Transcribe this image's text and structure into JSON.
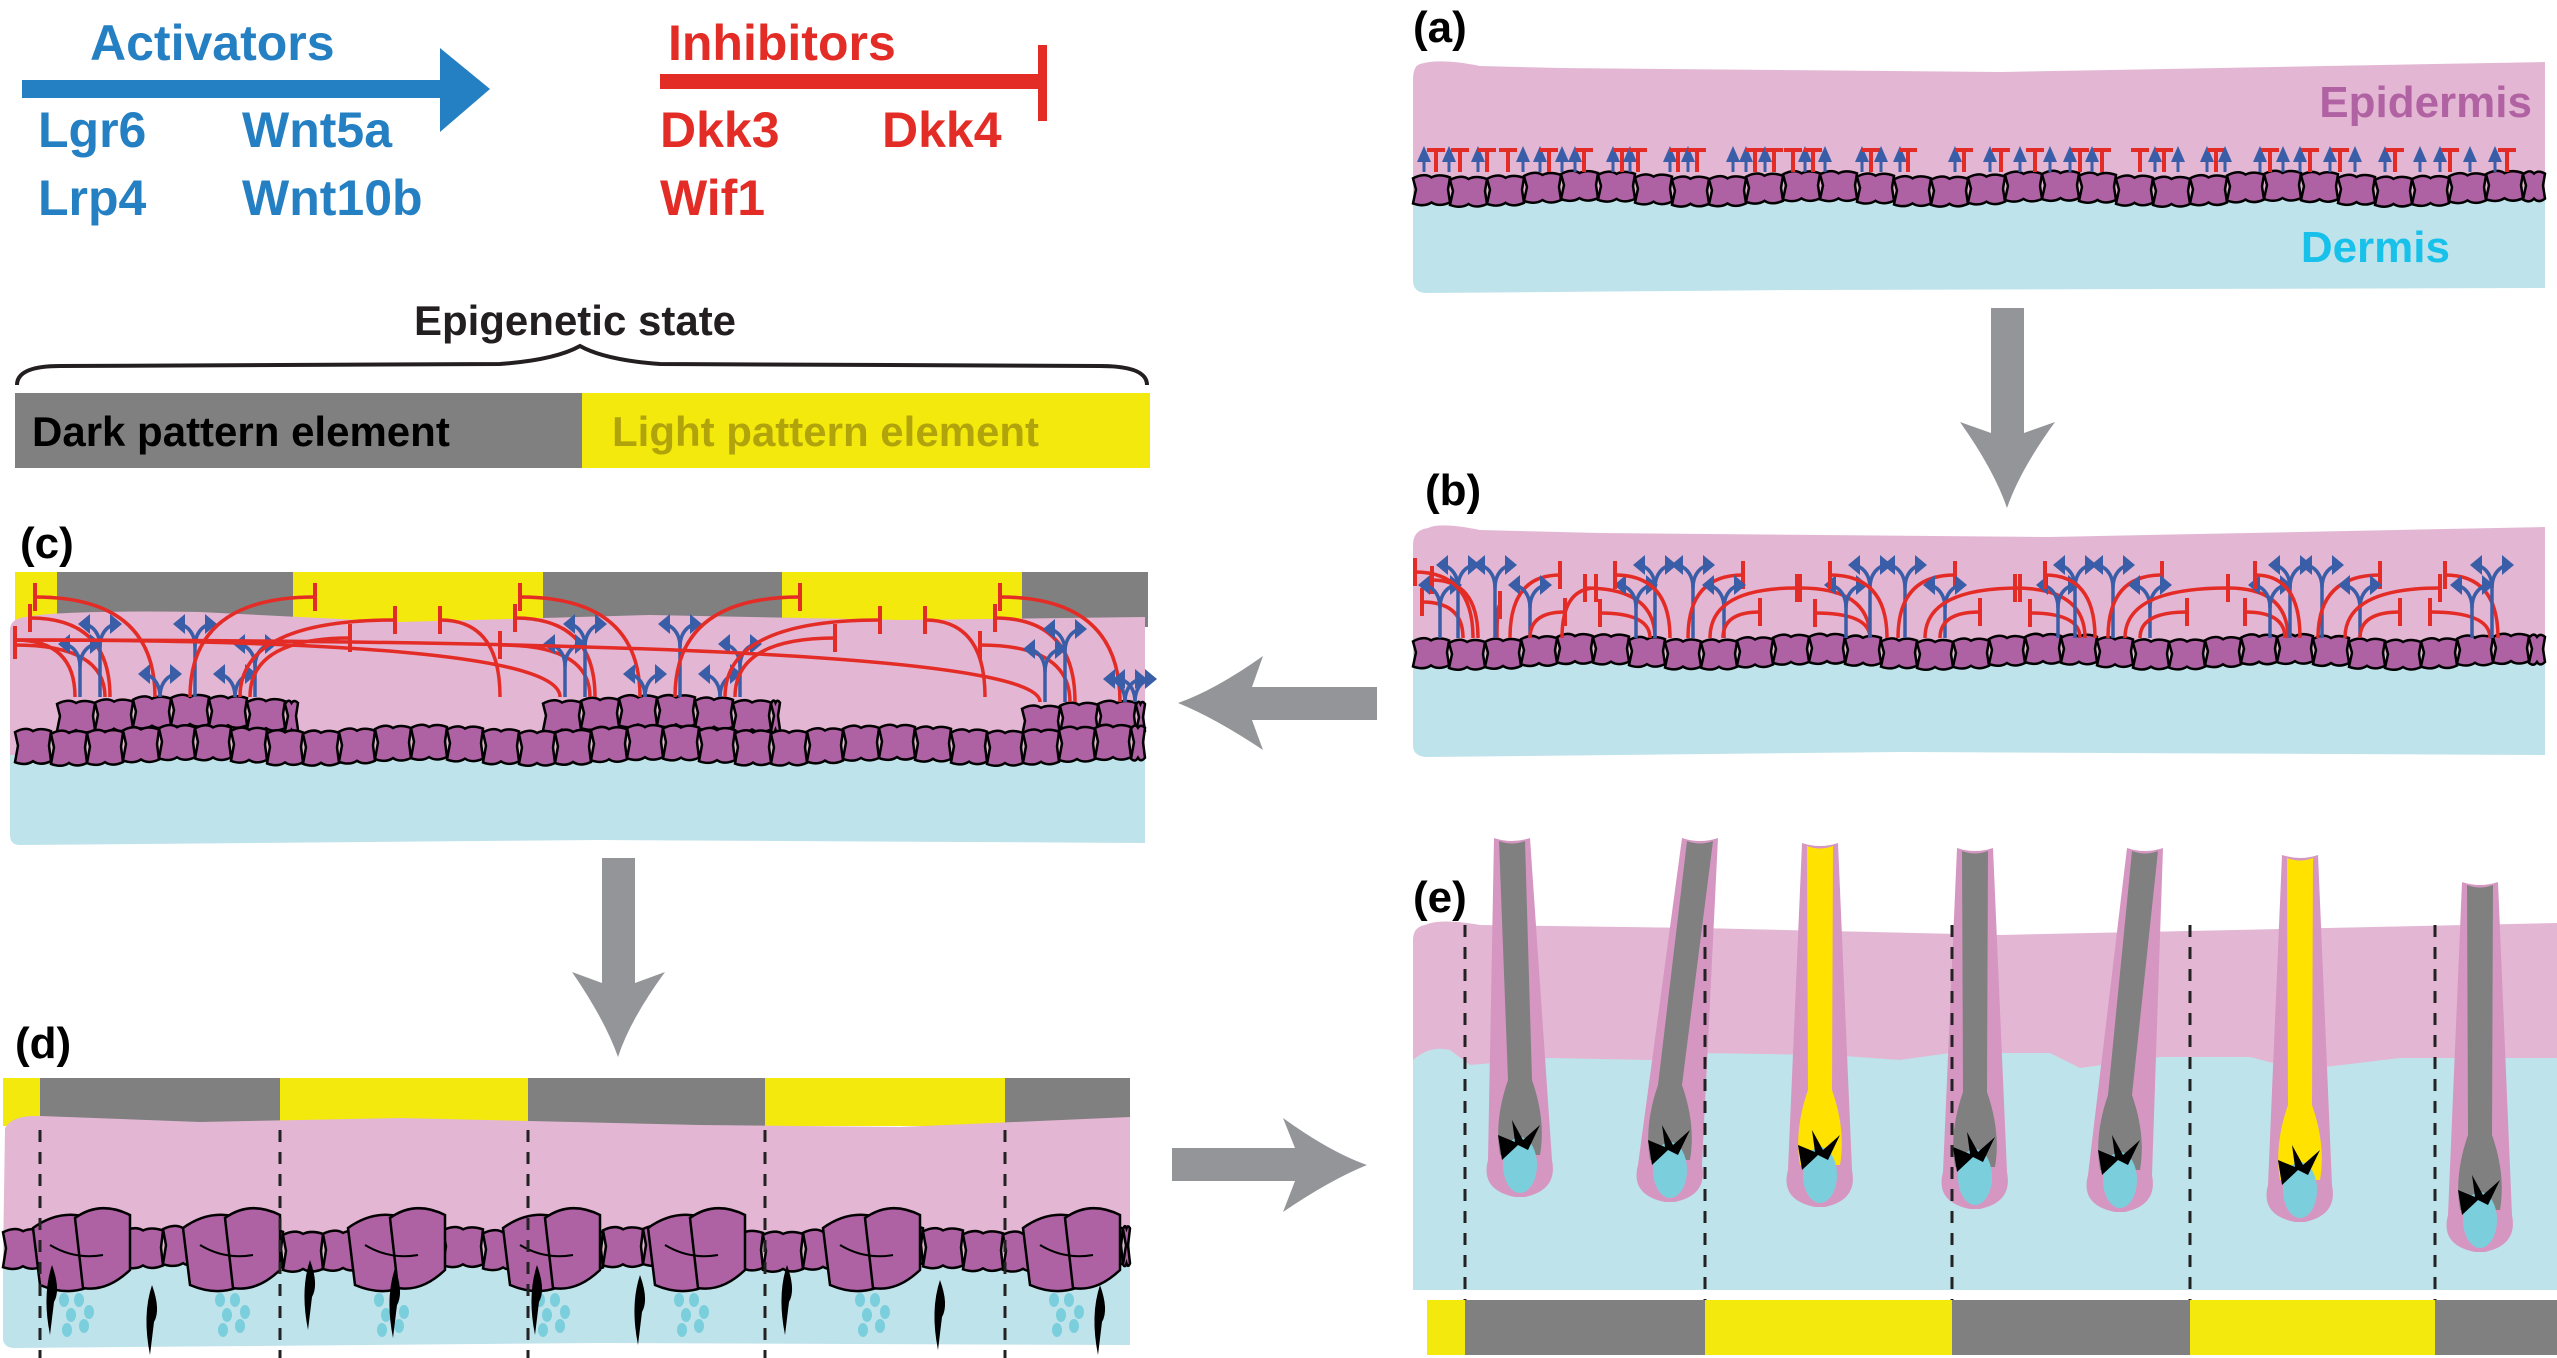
{
  "colors": {
    "activator": "#2580c3",
    "inhibitor": "#e42c27",
    "epidermis": "#e3b7d3",
    "dermis": "#bee3eb",
    "basal_cell": "#ae62a4",
    "dark_pattern": "#808080",
    "light_pattern": "#f3e90c",
    "light_pattern_text": "#b1a30c",
    "epidermis_text": "#b062a3",
    "dermis_text": "#17c1ea",
    "signal_arrow": "#3a5da8",
    "flow_arrow": "#939598",
    "hair_sheath": "#d597c2",
    "dermal_papilla": "#7bcfdd",
    "hair_dark": "#808080",
    "hair_light": "#ffe200"
  },
  "legend": {
    "activators": {
      "title": "Activators",
      "genes": [
        "Lgr6",
        "Wnt5a",
        "Lrp4",
        "Wnt10b"
      ]
    },
    "inhibitors": {
      "title": "Inhibitors",
      "genes": [
        "Dkk3",
        "Dkk4",
        "Wif1"
      ]
    }
  },
  "epigenetic": {
    "title": "Epigenetic state",
    "dark_label": "Dark pattern element",
    "light_label": "Light pattern element"
  },
  "panels": {
    "a": {
      "label": "(a)",
      "epidermis_label": "Epidermis",
      "dermis_label": "Dermis"
    },
    "b": {
      "label": "(b)"
    },
    "c": {
      "label": "(c)",
      "pattern": [
        "light",
        "dark",
        "light",
        "dark",
        "light",
        "dark"
      ]
    },
    "d": {
      "label": "(d)",
      "pattern": [
        "light",
        "dark",
        "light",
        "dark",
        "light",
        "dark"
      ]
    },
    "e": {
      "label": "(e)",
      "pattern": [
        "light",
        "dark",
        "light",
        "dark",
        "light",
        "dark"
      ],
      "hairs": [
        "dark",
        "dark",
        "light",
        "dark",
        "dark",
        "light",
        "dark"
      ]
    }
  },
  "flow": [
    "a-to-b",
    "b-to-c",
    "c-to-d",
    "d-to-e"
  ]
}
